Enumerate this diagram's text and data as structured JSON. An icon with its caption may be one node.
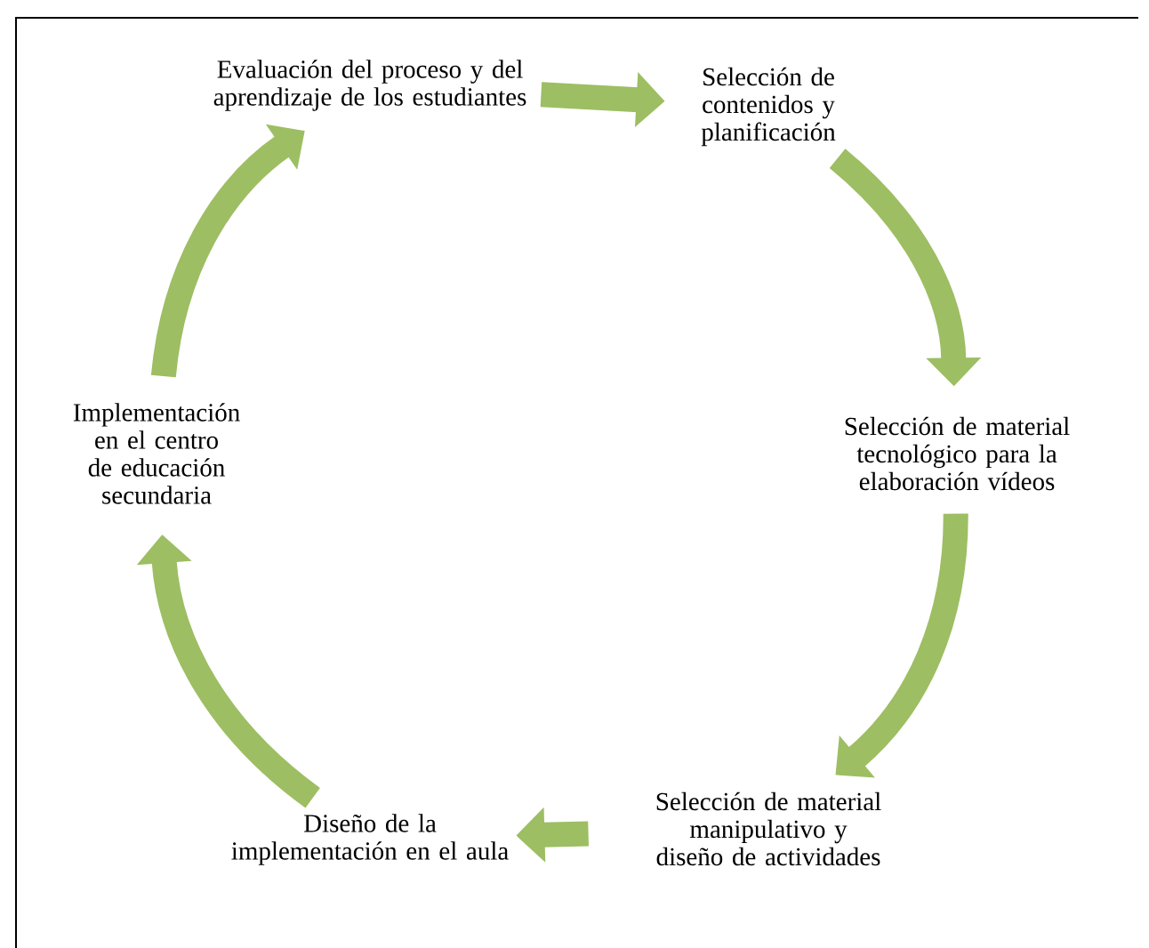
{
  "diagram": {
    "nodes": [
      {
        "text": [
          "Evaluación del proceso y del aprendizaje de los estudiantes"
        ]
      },
      {
        "text": [
          "Selección de contenidos y planificación"
        ]
      },
      {
        "text": [
          "Selección de material tecnológico para la elaboración vídeos"
        ]
      },
      {
        "text": [
          "Selección de material manipulativo y diseño de actividades"
        ]
      },
      {
        "text": [
          "Diseño de la implementación en el aula"
        ]
      },
      {
        "text": [
          "Implementación en el centro de educación secundaria"
        ]
      }
    ],
    "edges": [
      {
        "from": 0,
        "to": 1,
        "arrow": "to"
      },
      {
        "from": 1,
        "to": 2,
        "arrow": "to"
      },
      {
        "from": 2,
        "to": 3,
        "arrow": "to"
      },
      {
        "from": 3,
        "to": 4,
        "arrow": "to"
      },
      {
        "from": 4,
        "to": 5,
        "arrow": "to"
      },
      {
        "from": 5,
        "to": 0,
        "arrow": "to"
      }
    ]
  }
}
